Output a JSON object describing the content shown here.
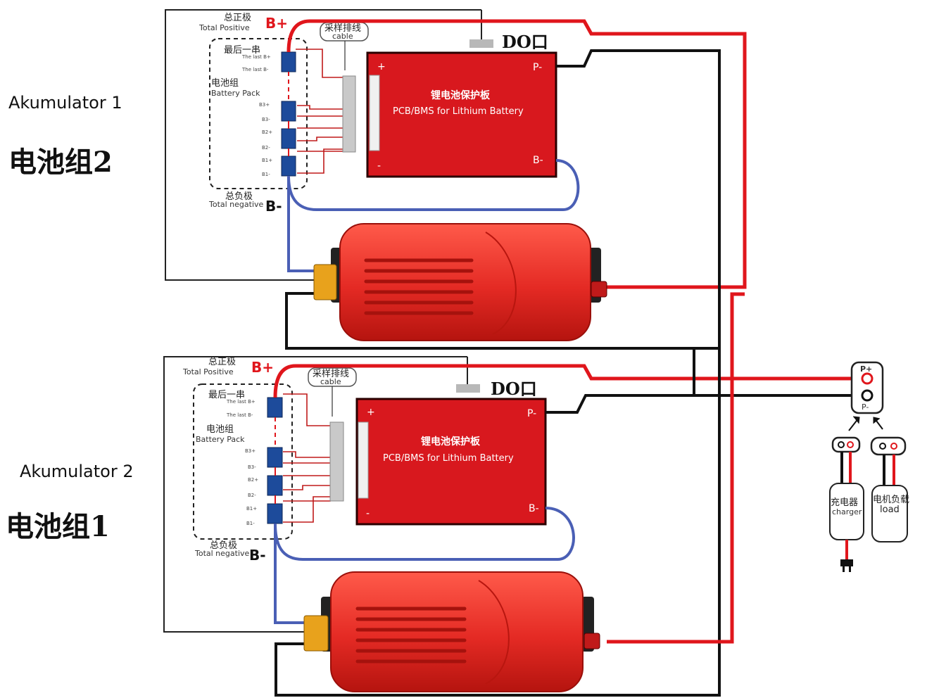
{
  "pack_top": {
    "label_en": "Akumulator 1",
    "label_cn": "电池组2",
    "total_positive_cn": "总正极",
    "total_positive_en": "Total Positive",
    "b_plus": "B+",
    "last_one_cn": "最后一串",
    "last_b_plus": "The last B+",
    "last_b_minus": "The last B-",
    "battery_pack_cn": "电池组",
    "battery_pack_en": "Battery Pack",
    "b3_plus": "B3+",
    "b3_minus": "B3-",
    "b2_plus": "B2+",
    "b2_minus": "B2-",
    "b1_plus": "B1+",
    "b1_minus": "B1-",
    "total_negative_cn": "总负极",
    "total_negative_en": "Total negative",
    "b_minus": "B-",
    "cable_cn": "采样排线",
    "cable_en": "cable",
    "do_port": "DO口",
    "board_cn": "锂电池保护板",
    "board_en": "PCB/BMS for Lithium Battery",
    "pin_plus": "+",
    "pin_minus": "-",
    "pin_p_minus": "P-",
    "pin_b_minus": "B-"
  },
  "pack_bottom": {
    "label_en": "Akumulator 2",
    "label_cn": "电池组1",
    "total_positive_cn": "总正极",
    "total_positive_en": "Total Positive",
    "b_plus": "B+",
    "last_one_cn": "最后一串",
    "last_b_plus": "The last B+",
    "last_b_minus": "The last B-",
    "battery_pack_cn": "电池组",
    "battery_pack_en": "Battery Pack",
    "b3_plus": "B3+",
    "b3_minus": "B3-",
    "b2_plus": "B2+",
    "b2_minus": "B2-",
    "b1_plus": "B1+",
    "b1_minus": "B1-",
    "total_negative_cn": "总负极",
    "total_negative_en": "Total negative",
    "b_minus": "B-",
    "cable_cn": "采样排线",
    "cable_en": "cable",
    "do_port": "DO口",
    "board_cn": "锂电池保护板",
    "board_en": "PCB/BMS for Lithium Battery",
    "pin_plus": "+",
    "pin_minus": "-",
    "pin_p_minus": "P-",
    "pin_b_minus": "B-"
  },
  "output": {
    "p_plus": "P+",
    "p_minus": "P-",
    "charger_cn": "充电器",
    "charger_en": "charger",
    "load_cn": "电机负载",
    "load_en": "load",
    "plus": "+",
    "minus": "-"
  },
  "colors": {
    "wire_red": "#e0161c",
    "wire_black": "#111111",
    "wire_blue": "#4a5fb5",
    "board_red": "#d8181e",
    "cell_blue": "#1d4b9b",
    "battery_red": "#e42a24",
    "connector_yellow": "#e8a21c"
  }
}
